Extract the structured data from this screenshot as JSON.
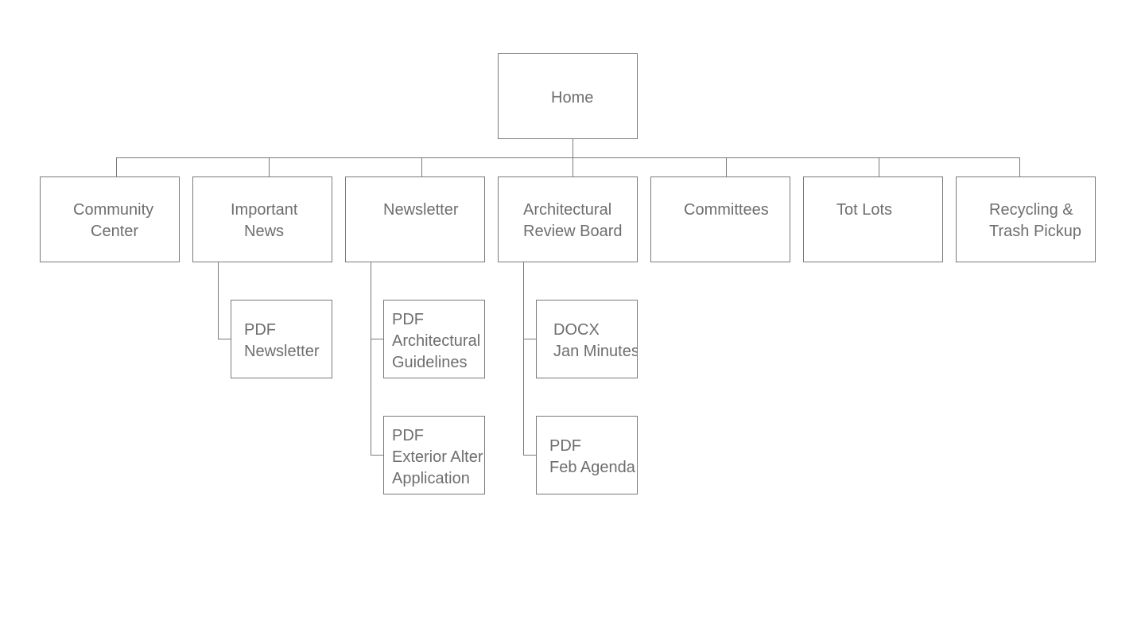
{
  "sitemap": {
    "root": {
      "label": "Home"
    },
    "sections": [
      {
        "lines": [
          "Community",
          "Center"
        ]
      },
      {
        "lines": [
          "Important",
          "News"
        ]
      },
      {
        "lines": [
          "Newsletter"
        ]
      },
      {
        "lines": [
          "Architectural",
          "Review Board"
        ]
      },
      {
        "lines": [
          "Committees"
        ]
      },
      {
        "lines": [
          "Tot Lots"
        ]
      },
      {
        "lines": [
          "Recycling &",
          "Trash Pickup"
        ]
      }
    ],
    "documents": {
      "important_news": [
        {
          "lines": [
            "PDF",
            "Newsletter"
          ]
        }
      ],
      "newsletter": [
        {
          "lines": [
            "PDF",
            "Architectural",
            "Guidelines"
          ]
        },
        {
          "lines": [
            "PDF",
            "Exterior Alter",
            "Application"
          ]
        }
      ],
      "architectural_review_board": [
        {
          "lines": [
            "DOCX",
            "Jan Minutes"
          ]
        },
        {
          "lines": [
            "PDF",
            "Feb Agenda"
          ]
        }
      ]
    }
  }
}
